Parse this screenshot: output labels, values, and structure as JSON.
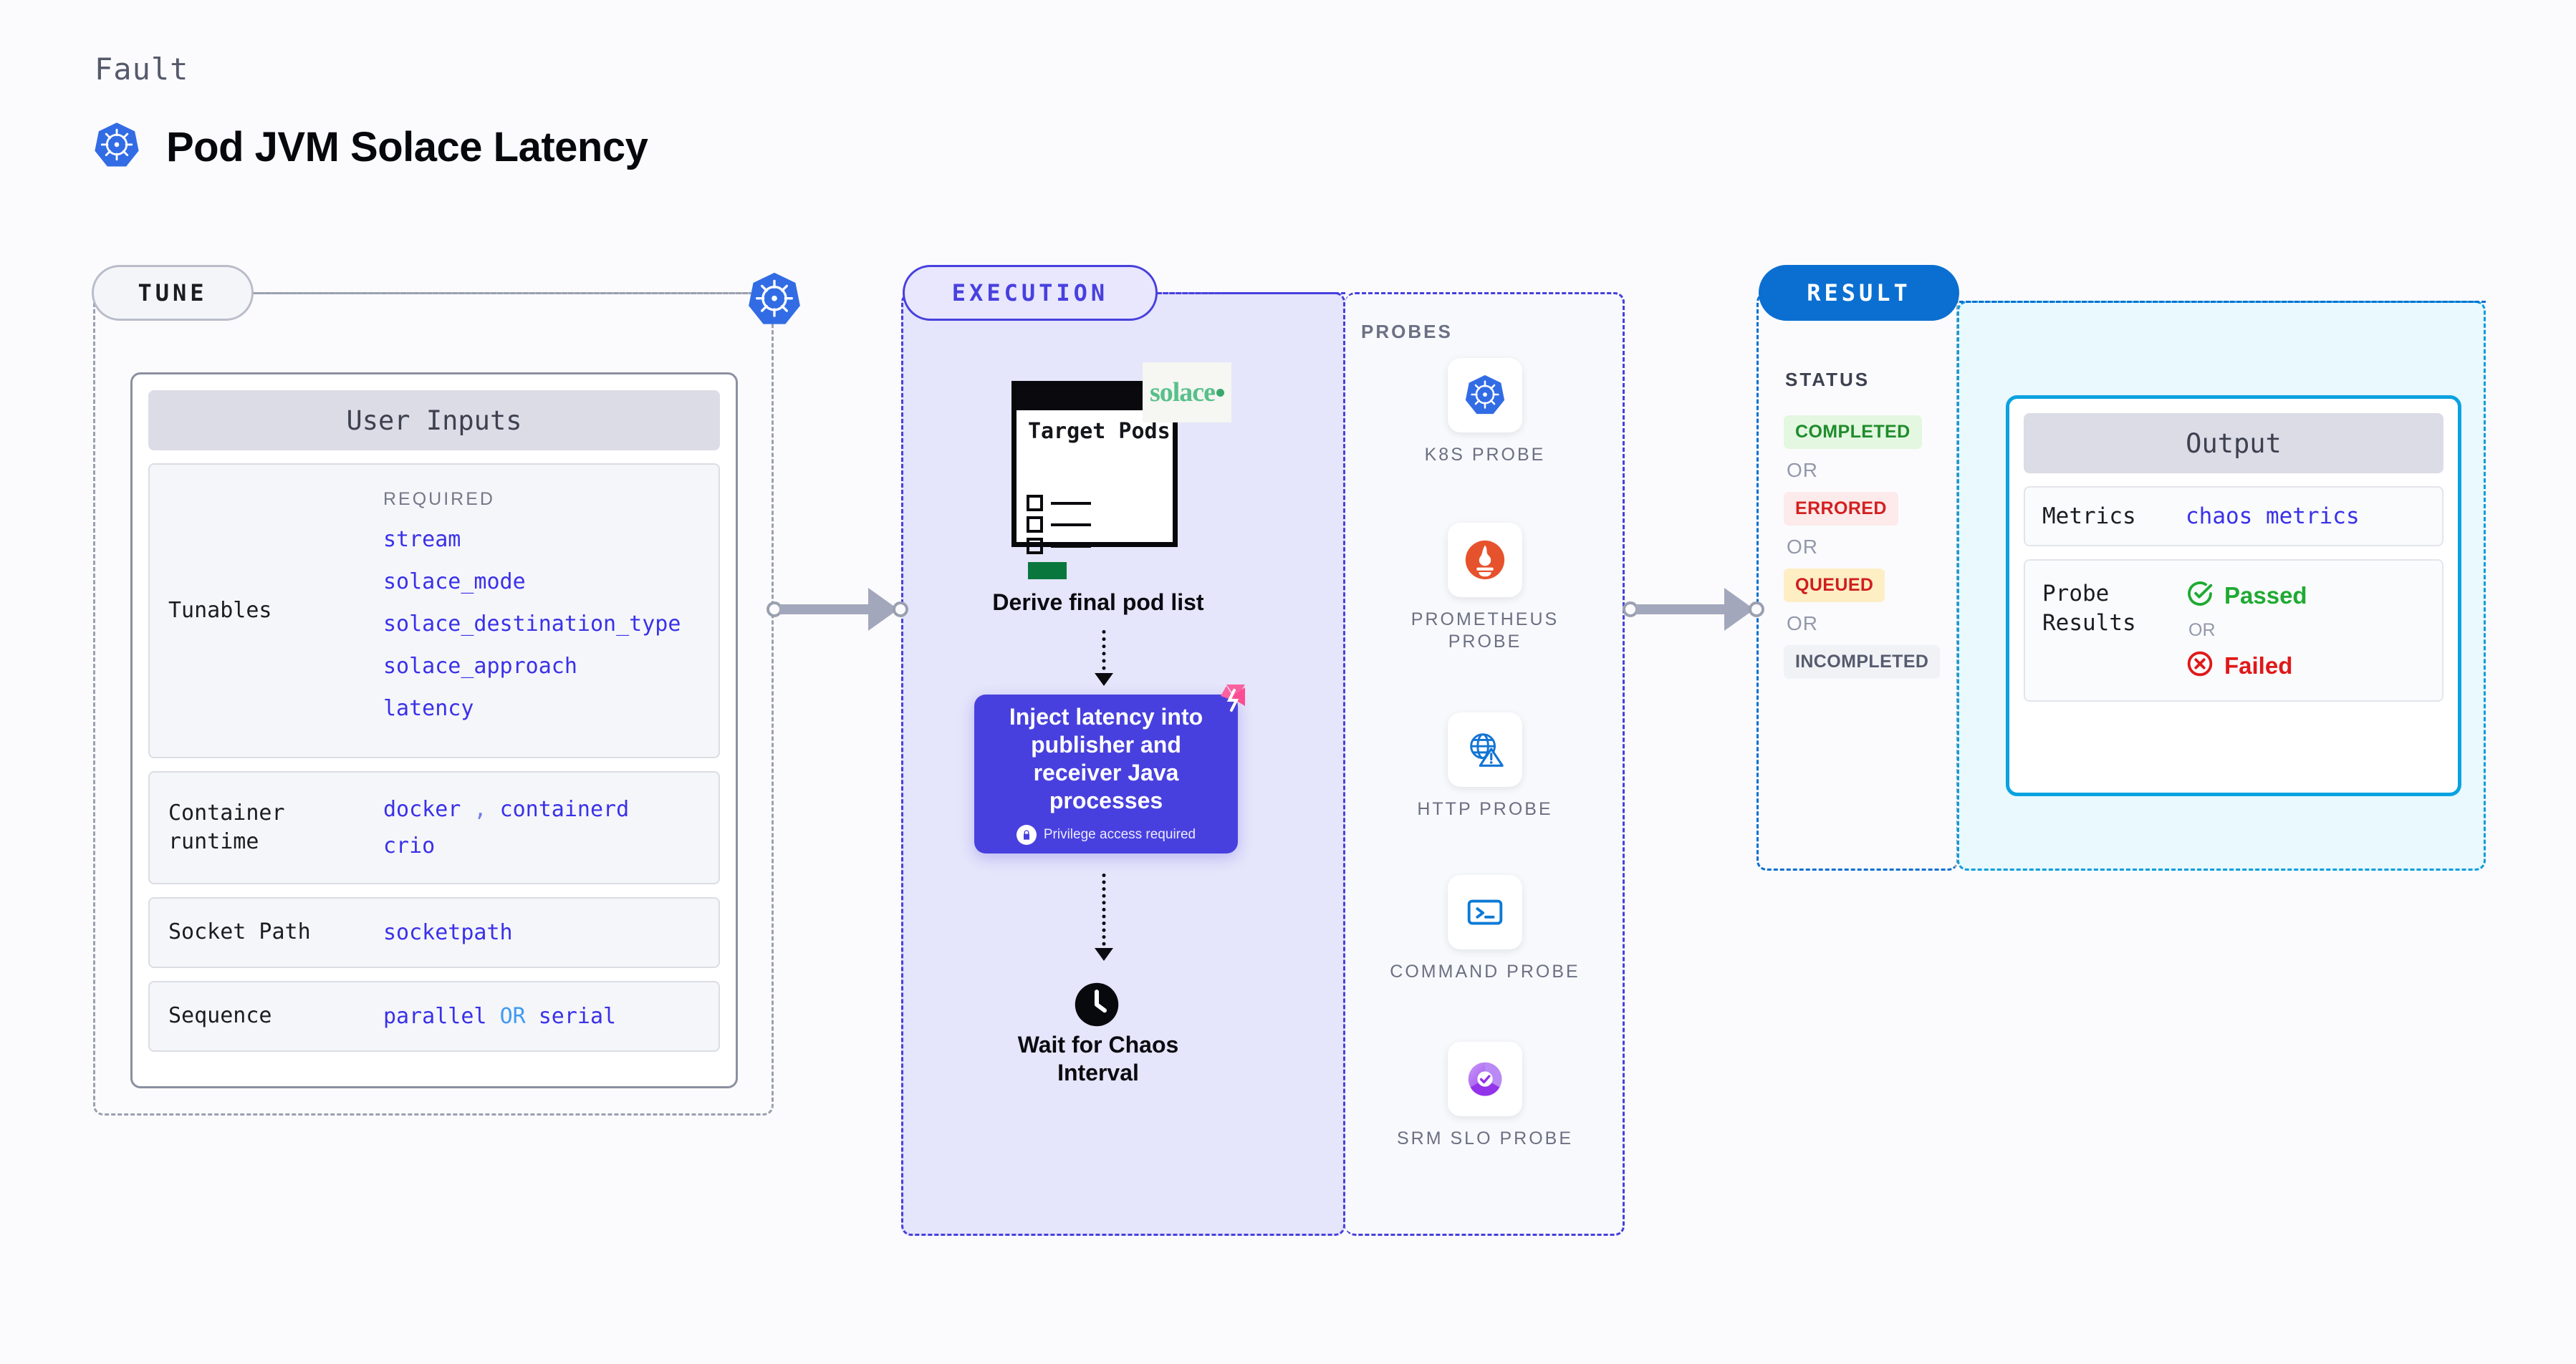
{
  "header": {
    "kicker": "Fault",
    "title": "Pod JVM Solace Latency",
    "icon": "kubernetes-icon"
  },
  "tune": {
    "pill_label": "TUNE",
    "badge_icon": "kubernetes-icon",
    "card_title": "User Inputs",
    "required_label": "REQUIRED",
    "rows": [
      {
        "label": "Tunables",
        "values": [
          "stream",
          "solace_mode",
          "solace_destination_type",
          "solace_approach",
          "latency"
        ]
      },
      {
        "label": "Container runtime",
        "values": [
          "docker",
          "containerd",
          "crio"
        ],
        "separator": ","
      },
      {
        "label": "Socket Path",
        "values": [
          "socketpath"
        ]
      },
      {
        "label": "Sequence",
        "values": [
          "parallel",
          "serial"
        ],
        "joiner": "OR"
      }
    ]
  },
  "execution": {
    "pill_label": "EXECUTION",
    "doc": {
      "title": "Target Pods",
      "brand": "solace",
      "brand_icon": "solace-dot-icon",
      "icon": "document-checklist-icon"
    },
    "step1_caption": "Derive final pod list",
    "inject": {
      "text": "Inject latency into publisher and receiver Java processes",
      "privilege_note": "Privilege access required",
      "privilege_icon": "lock-icon",
      "corner_icon": "harness-chaos-icon",
      "color": "#4840de"
    },
    "step3_caption": "Wait for Chaos Interval",
    "step3_icon": "clock-icon"
  },
  "probes": {
    "title": "PROBES",
    "items": [
      {
        "label": "K8S PROBE",
        "icon": "kubernetes-icon"
      },
      {
        "label": "PROMETHEUS PROBE",
        "icon": "prometheus-icon"
      },
      {
        "label": "HTTP PROBE",
        "icon": "http-globe-warning-icon"
      },
      {
        "label": "COMMAND PROBE",
        "icon": "terminal-icon"
      },
      {
        "label": "SRM SLO PROBE",
        "icon": "srm-slo-donut-check-icon"
      }
    ]
  },
  "result": {
    "pill_label": "RESULT",
    "status_title": "STATUS",
    "or_label": "OR",
    "statuses": [
      {
        "label": "COMPLETED",
        "color": "#1f8c2b",
        "bg": "#e3f7e1"
      },
      {
        "label": "ERRORED",
        "color": "#d32020",
        "bg": "#fdeaea"
      },
      {
        "label": "QUEUED",
        "color": "#cf1e1e",
        "bg": "#fdeec4"
      },
      {
        "label": "INCOMPLETED",
        "color": "#565b6e",
        "bg": "#f1f2f6"
      }
    ],
    "output": {
      "title": "Output",
      "metrics_label": "Metrics",
      "metrics_value": "chaos metrics",
      "probe_results_label": "Probe Results",
      "or_label": "OR",
      "passed_label": "Passed",
      "passed_icon": "check-circle-icon",
      "passed_color": "#1faa32",
      "failed_label": "Failed",
      "failed_icon": "x-circle-icon",
      "failed_color": "#e01919"
    }
  },
  "colors": {
    "indigo": "#4840de",
    "blue": "#0a6fd1",
    "cyan": "#0aa2e0",
    "grey_dash": "#9aa0b0"
  }
}
